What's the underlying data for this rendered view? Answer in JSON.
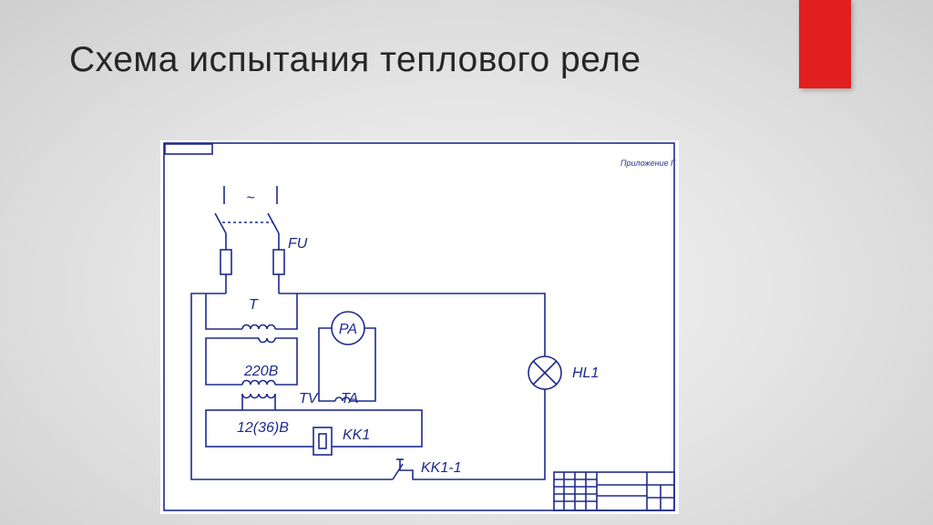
{
  "slide": {
    "title": "Схема испытания теплового реле",
    "accent_color": "#e11f1f"
  },
  "sheet": {
    "appendix_label": "Приложение Г",
    "ink_color": "#1d2a8c"
  },
  "diagram": {
    "ac_symbol": "~",
    "labels": {
      "fuse": "FU",
      "transformer_t": "T",
      "voltage_primary": "220В",
      "transformer_tv": "TV",
      "current_transformer": "TA",
      "ammeter": "PA",
      "voltage_secondary": "12(36)В",
      "relay": "KK1",
      "lamp": "HL1",
      "relay_contact": "KK1-1"
    }
  }
}
